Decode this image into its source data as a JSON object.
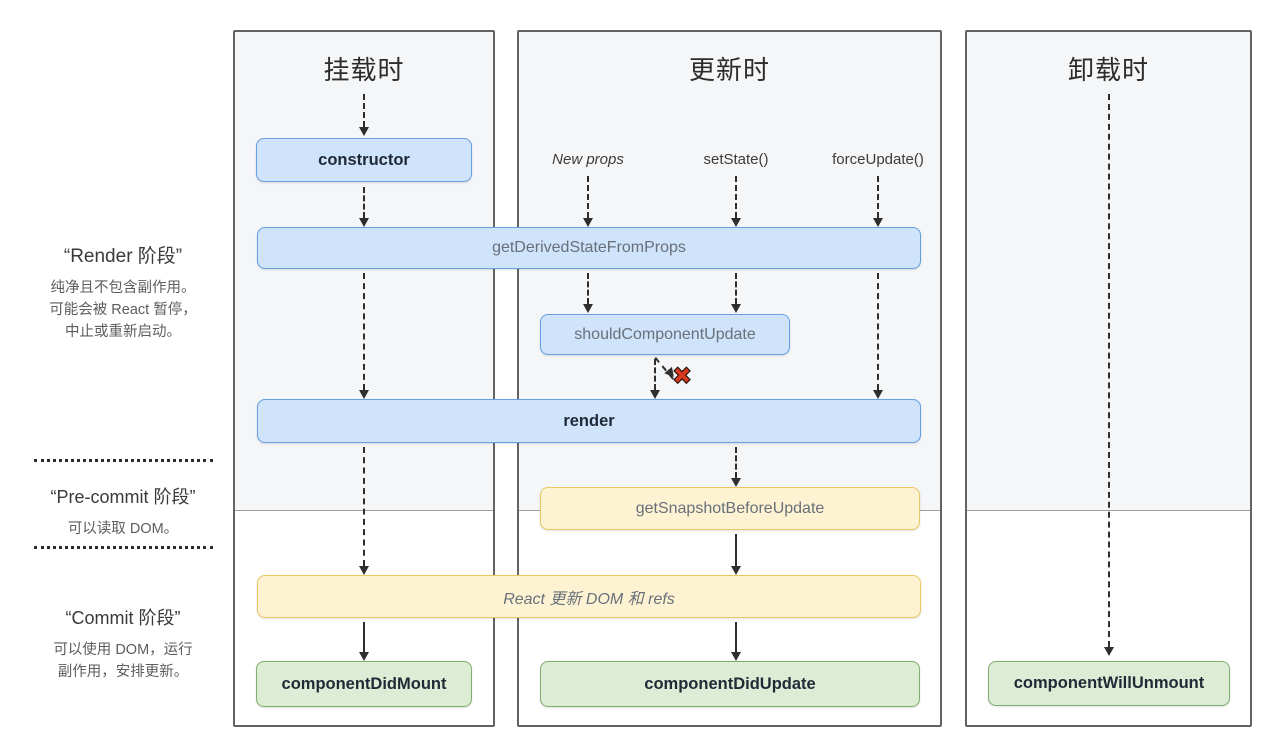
{
  "sidebar": {
    "phases": [
      {
        "title": "“Render 阶段”",
        "desc": [
          "纯净且不包含副作用。",
          "可能会被 React 暂停，",
          "中止或重新启动。"
        ]
      },
      {
        "title": "“Pre-commit 阶段”",
        "desc": [
          "可以读取 DOM。"
        ]
      },
      {
        "title": "“Commit 阶段”",
        "desc": [
          "可以使用 DOM，运行",
          "副作用，安排更新。"
        ]
      }
    ]
  },
  "columns": [
    {
      "id": "mounting",
      "title": "挂载时"
    },
    {
      "id": "updating",
      "title": "更新时"
    },
    {
      "id": "unmounting",
      "title": "卸载时"
    }
  ],
  "triggers": {
    "new_props": "New props",
    "set_state": "setState()",
    "force_update": "forceUpdate()"
  },
  "methods": {
    "constructor": "constructor",
    "getDerivedStateFromProps": "getDerivedStateFromProps",
    "shouldComponentUpdate": "shouldComponentUpdate",
    "render": "render",
    "getSnapshotBeforeUpdate": "getSnapshotBeforeUpdate",
    "reactUpdatesDom": "React 更新 DOM 和 refs",
    "componentDidMount": "componentDidMount",
    "componentDidUpdate": "componentDidUpdate",
    "componentWillUnmount": "componentWillUnmount"
  },
  "icons": {
    "skip_update_x": "✖"
  },
  "colors": {
    "blue_bg": "#cfe3fb",
    "blue_border": "#64a0e2",
    "yellow_bg": "#fdf3d3",
    "yellow_border": "#e9c762",
    "green_bg": "#ddecd5",
    "green_border": "#7fae71",
    "render_phase_bg": "#f5f6f7",
    "x_red": "#d6391d"
  }
}
